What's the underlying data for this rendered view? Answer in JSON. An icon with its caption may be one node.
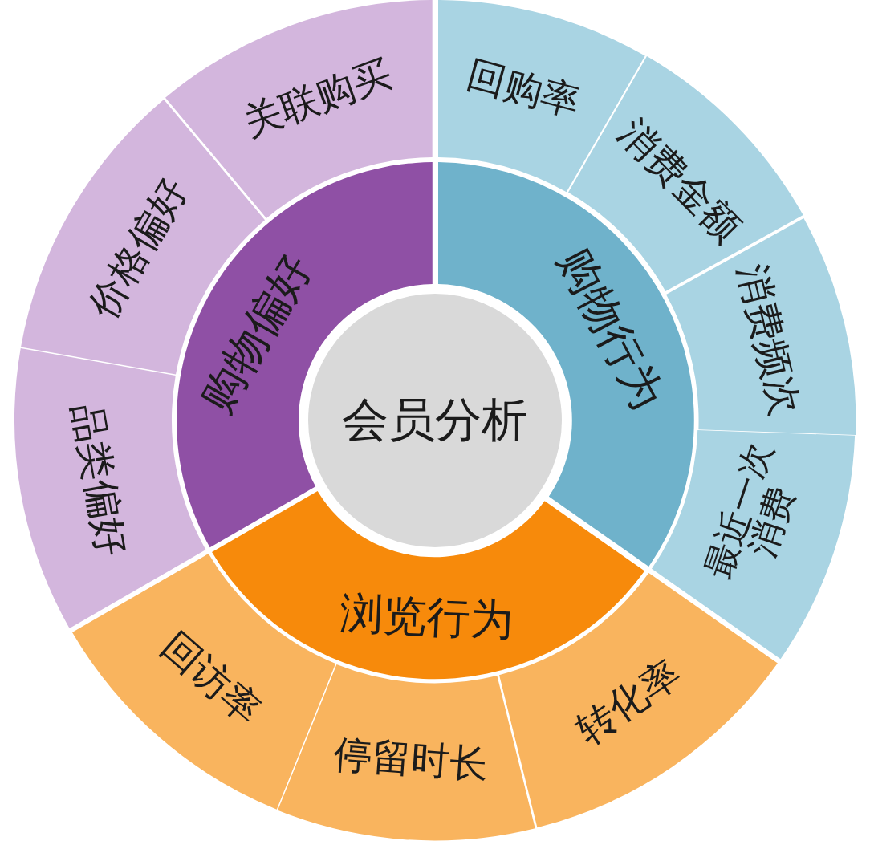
{
  "diagram": {
    "nodes": [
      {
        "text": [
          "会员分析"
        ]
      },
      {
        "text": [
          "购物偏好"
        ]
      },
      {
        "text": [
          "购物行为"
        ]
      },
      {
        "text": [
          "浏览行为"
        ]
      },
      {
        "text": [
          "关联购买"
        ]
      },
      {
        "text": [
          "价格偏好"
        ]
      },
      {
        "text": [
          "品类偏好"
        ]
      },
      {
        "text": [
          "回购率"
        ]
      },
      {
        "text": [
          "消费金额"
        ]
      },
      {
        "text": [
          "消费频次"
        ]
      },
      {
        "text": [
          "最近一次消费"
        ]
      },
      {
        "text": [
          "回访率"
        ]
      },
      {
        "text": [
          "停留时长"
        ]
      },
      {
        "text": [
          "转化率"
        ]
      }
    ]
  }
}
